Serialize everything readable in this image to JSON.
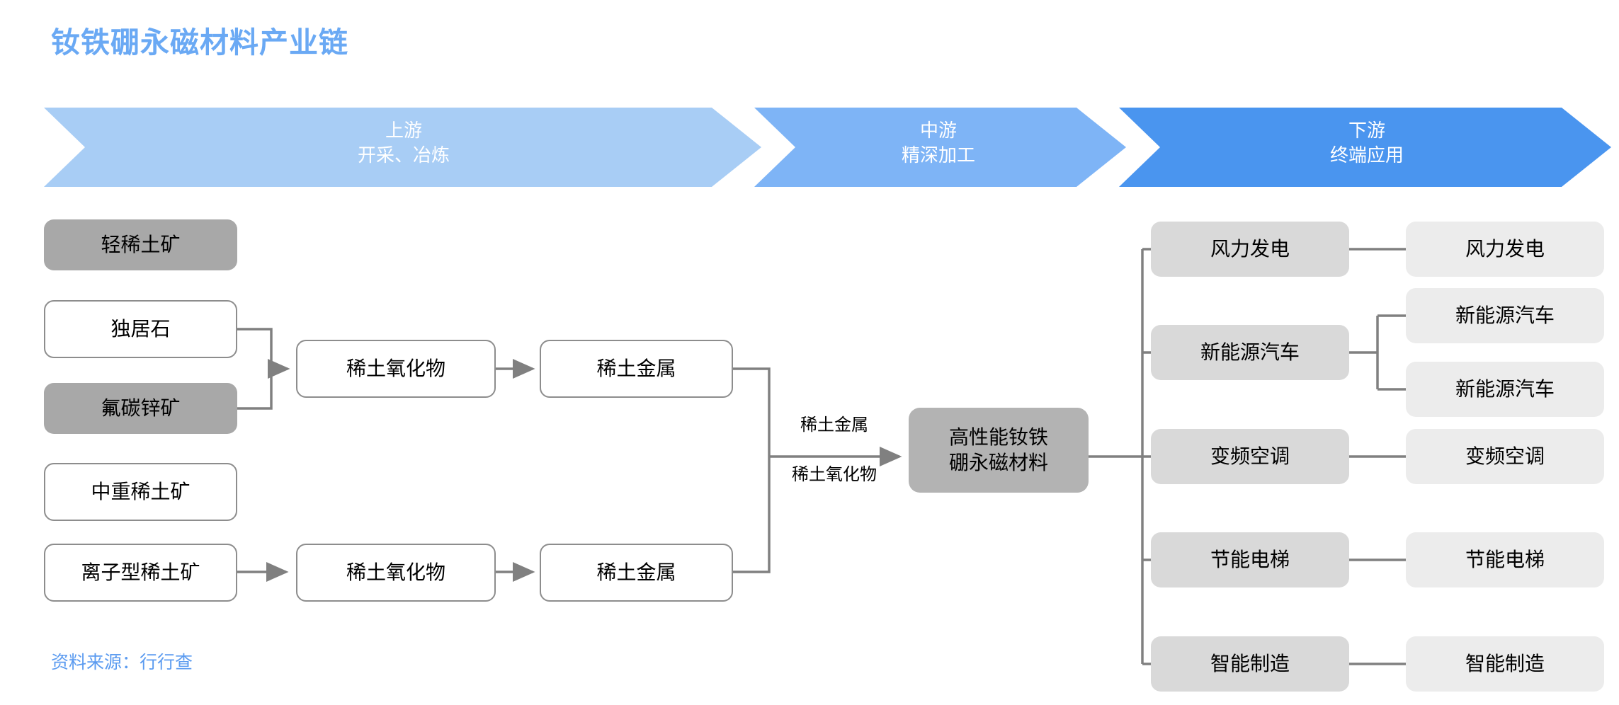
{
  "title": "钕铁硼永磁材料产业链",
  "source_note": "资料来源：行行查",
  "colors": {
    "title": "#6aa9f4",
    "source": "#5b9bf0",
    "banner_upstream": "#a8cdf5",
    "banner_midstream": "#7eb4f6",
    "banner_downstream": "#4a95ef",
    "node_outline_border": "#8d8d8d",
    "node_solid_mid": "#a8a8a8",
    "node_solid_center": "#b3b3b3",
    "node_app_mid": "#d9d9d9",
    "node_app_right": "#ececec",
    "wire": "#808080"
  },
  "banner": {
    "segments": [
      {
        "name": "upstream",
        "line1": "上游",
        "line2": "开采、冶炼"
      },
      {
        "name": "midstream",
        "line1": "中游",
        "line2": "精深加工"
      },
      {
        "name": "downstream",
        "line1": "下游",
        "line2": "终端应用"
      }
    ]
  },
  "upstream": {
    "raw_materials": [
      {
        "label": "轻稀土矿",
        "style": "solid"
      },
      {
        "label": "独居石",
        "style": "outline"
      },
      {
        "label": "氟碳锌矿",
        "style": "solid"
      },
      {
        "label": "中重稀土矿",
        "style": "outline"
      },
      {
        "label": "离子型稀土矿",
        "style": "outline"
      }
    ],
    "oxides": [
      {
        "label": "稀土氧化物"
      },
      {
        "label": "稀土氧化物"
      }
    ],
    "metals": [
      {
        "label": "稀土金属"
      },
      {
        "label": "稀土金属"
      }
    ]
  },
  "midstream": {
    "input_label_top": "稀土金属",
    "input_label_bottom": "稀土氧化物",
    "core_node": "高性能钕铁\n硼永磁材料"
  },
  "downstream": {
    "applications": [
      {
        "label": "风力发电",
        "targets": [
          "风力发电"
        ]
      },
      {
        "label": "新能源汽车",
        "targets": [
          "新能源汽车",
          "新能源汽车"
        ]
      },
      {
        "label": "变频空调",
        "targets": [
          "变频空调"
        ]
      },
      {
        "label": "节能电梯",
        "targets": [
          "节能电梯"
        ]
      },
      {
        "label": "智能制造",
        "targets": [
          "智能制造"
        ]
      }
    ]
  }
}
